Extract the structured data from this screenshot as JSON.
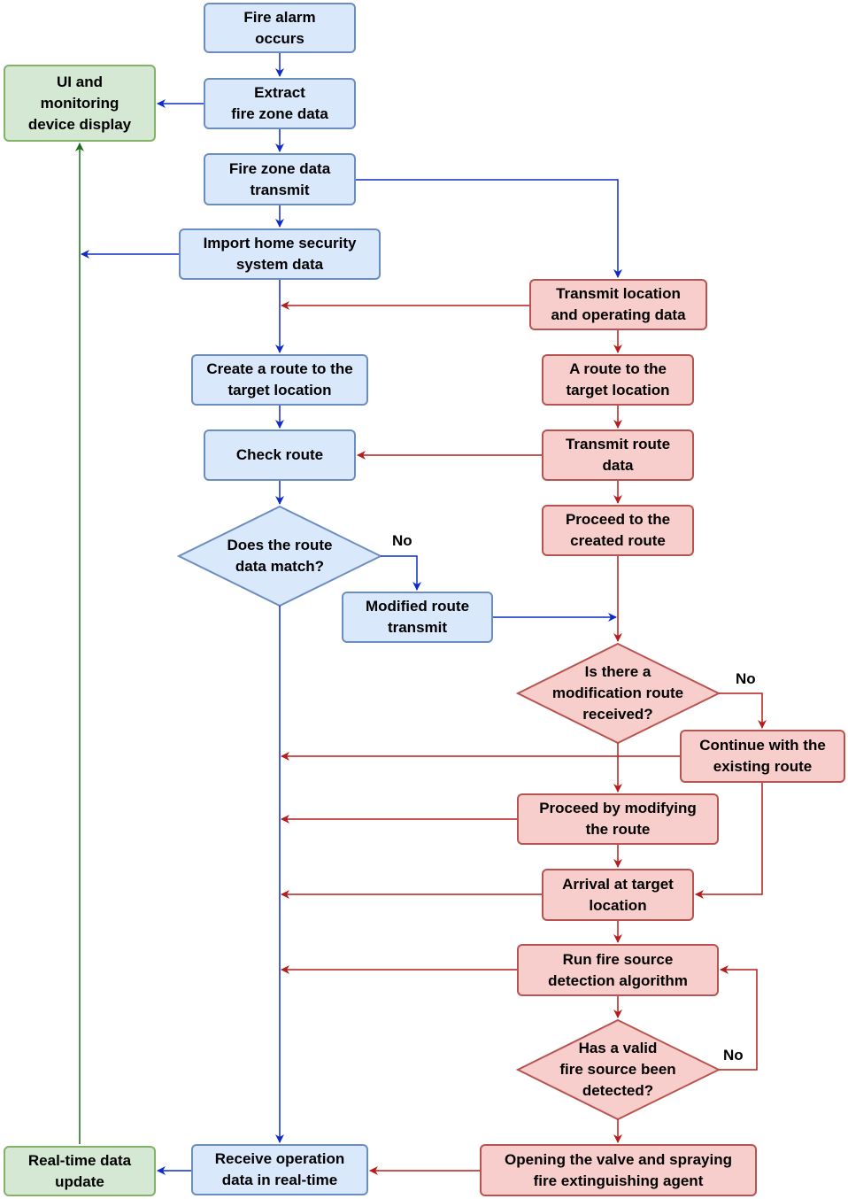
{
  "nodes": {
    "fire_alarm": "Fire alarm\noccurs",
    "extract": "Extract\nfire zone data",
    "ui_display": "UI and\nmonitoring\ndevice display",
    "fire_zone_transmit": "Fire zone data\ntransmit",
    "import_security": "Import home security\nsystem data",
    "transmit_location": "Transmit location\nand operating data",
    "create_route": "Create a route to the\ntarget location",
    "route_target": "A route to the\ntarget location",
    "check_route": "Check route",
    "transmit_route": "Transmit route\ndata",
    "proceed_created": "Proceed to the\ncreated route",
    "route_match": "Does the route\ndata match?",
    "modified_route": "Modified route\ntransmit",
    "mod_received": "Is there a\nmodification route\nreceived?",
    "continue_existing": "Continue with the\nexisting route",
    "proceed_modifying": "Proceed by modifying\nthe route",
    "arrival": "Arrival at target\nlocation",
    "run_detection": "Run fire source\ndetection algorithm",
    "valid_source": "Has a valid\nfire source been\ndetected?",
    "realtime_update": "Real-time data\nupdate",
    "receive_operation": "Receive operation\ndata in real-time",
    "opening_valve": "Opening the valve and spraying\nfire extinguishing agent"
  },
  "labels": {
    "no1": "No",
    "no2": "No",
    "no3": "No"
  },
  "colors": {
    "blue_fill": "#dae8fc",
    "blue_stroke": "#6c8ebf",
    "blue_edge": "#0f2bc7",
    "red_fill": "#f8cecc",
    "red_stroke": "#b85450",
    "red_edge": "#b71c1c",
    "green_fill": "#d5e8d4",
    "green_stroke": "#82b366",
    "green_edge": "#1b6e1b"
  }
}
